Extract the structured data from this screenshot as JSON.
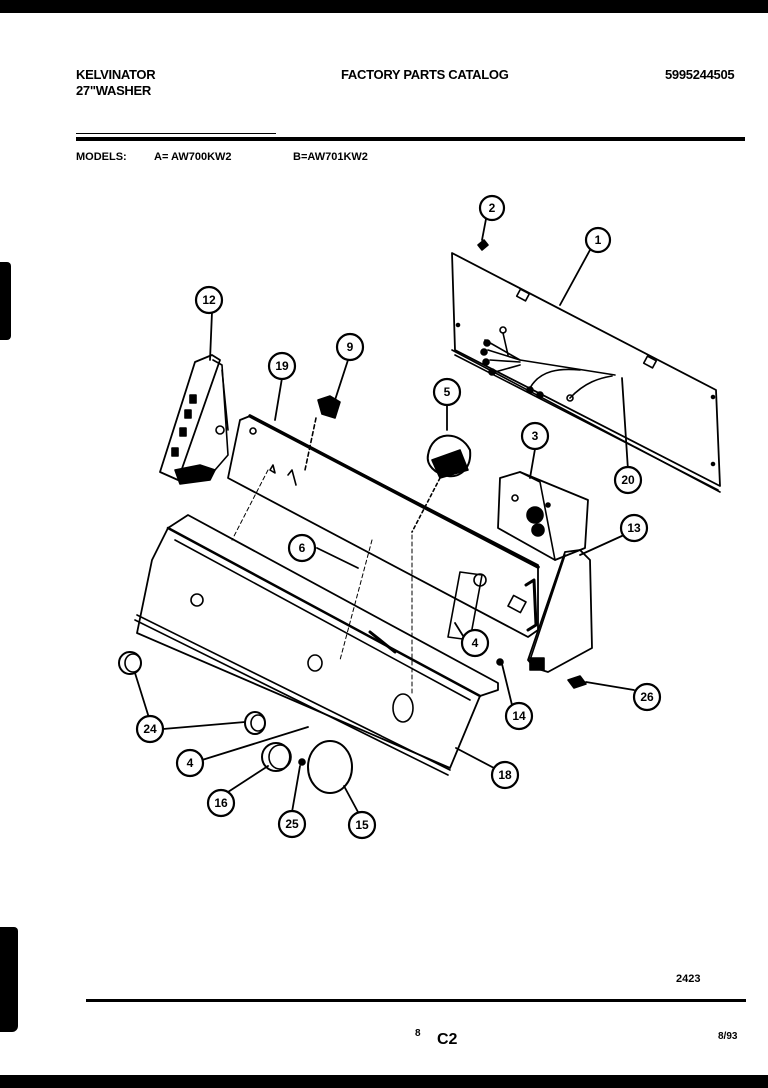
{
  "header": {
    "brand": "KELVINATOR",
    "product": "27\"WASHER",
    "title": "FACTORY PARTS CATALOG",
    "catalog_number": "5995244505"
  },
  "models": {
    "label": "MODELS:",
    "model_a": "A= AW700KW2",
    "model_b": "B=AW701KW2"
  },
  "diagram": {
    "callouts": [
      {
        "id": "1",
        "label": "1"
      },
      {
        "id": "2",
        "label": "2"
      },
      {
        "id": "3",
        "label": "3"
      },
      {
        "id": "4a",
        "label": "4"
      },
      {
        "id": "4b",
        "label": "4"
      },
      {
        "id": "5",
        "label": "5"
      },
      {
        "id": "6",
        "label": "6"
      },
      {
        "id": "9",
        "label": "9"
      },
      {
        "id": "12",
        "label": "12"
      },
      {
        "id": "13",
        "label": "13"
      },
      {
        "id": "14",
        "label": "14"
      },
      {
        "id": "15",
        "label": "15"
      },
      {
        "id": "16",
        "label": "16"
      },
      {
        "id": "18",
        "label": "18"
      },
      {
        "id": "19",
        "label": "19"
      },
      {
        "id": "20",
        "label": "20"
      },
      {
        "id": "24",
        "label": "24"
      },
      {
        "id": "25",
        "label": "25"
      },
      {
        "id": "26",
        "label": "26"
      }
    ]
  },
  "footer": {
    "reference_number": "2423",
    "page_small": "8",
    "page_code": "C2",
    "date": "8/93"
  }
}
